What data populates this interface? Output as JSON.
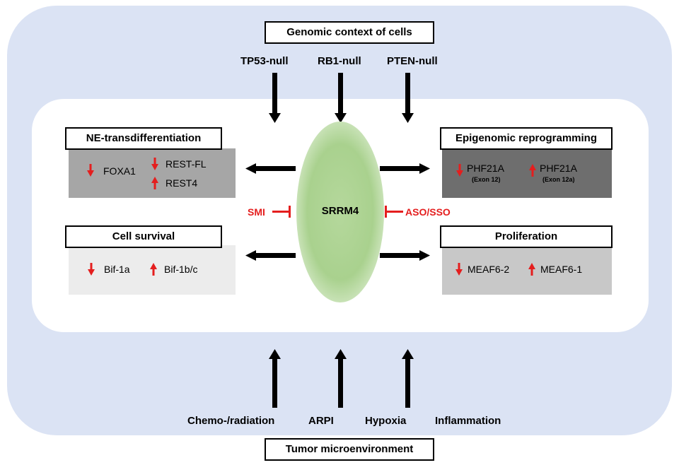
{
  "header": {
    "genomic_context": "Genomic context of cells"
  },
  "genomic_inputs": [
    "TP53-null",
    "RB1-null",
    "PTEN-null"
  ],
  "center": {
    "label": "SRRM4"
  },
  "inhibitors": {
    "left": "SMI",
    "right": "ASO/SSO"
  },
  "panels": {
    "ne": {
      "title": "NE-transdifferentiation",
      "items": [
        {
          "gene": "FOXA1",
          "direction": "down"
        },
        {
          "gene": "REST-FL",
          "direction": "down"
        },
        {
          "gene": "REST4",
          "direction": "up"
        }
      ]
    },
    "epi": {
      "title": "Epigenomic reprogramming",
      "items": [
        {
          "gene": "PHF21A",
          "sub": "(Exon 12)",
          "direction": "down"
        },
        {
          "gene": "PHF21A",
          "sub": "(Exon 12a)",
          "direction": "up"
        }
      ]
    },
    "survival": {
      "title": "Cell survival",
      "items": [
        {
          "gene": "Bif-1a",
          "direction": "down"
        },
        {
          "gene": "Bif-1b/c",
          "direction": "up"
        }
      ]
    },
    "prolif": {
      "title": "Proliferation",
      "items": [
        {
          "gene": "MEAF6-2",
          "direction": "down"
        },
        {
          "gene": "MEAF6-1",
          "direction": "up"
        }
      ]
    }
  },
  "microenv_inputs": [
    "Chemo-/radiation",
    "ARPI",
    "Hypoxia",
    "Inflammation"
  ],
  "footer": {
    "tumor_microenvironment": "Tumor microenvironment"
  },
  "colors": {
    "outer_band": "#dbe3f4",
    "ellipse_green": "#a9d18e",
    "inhibition_red": "#e41e1e",
    "panel_ne": "#a6a6a6",
    "panel_epi": "#6e6e6e",
    "panel_survival": "#ececec",
    "panel_prolif": "#c8c8c8"
  }
}
